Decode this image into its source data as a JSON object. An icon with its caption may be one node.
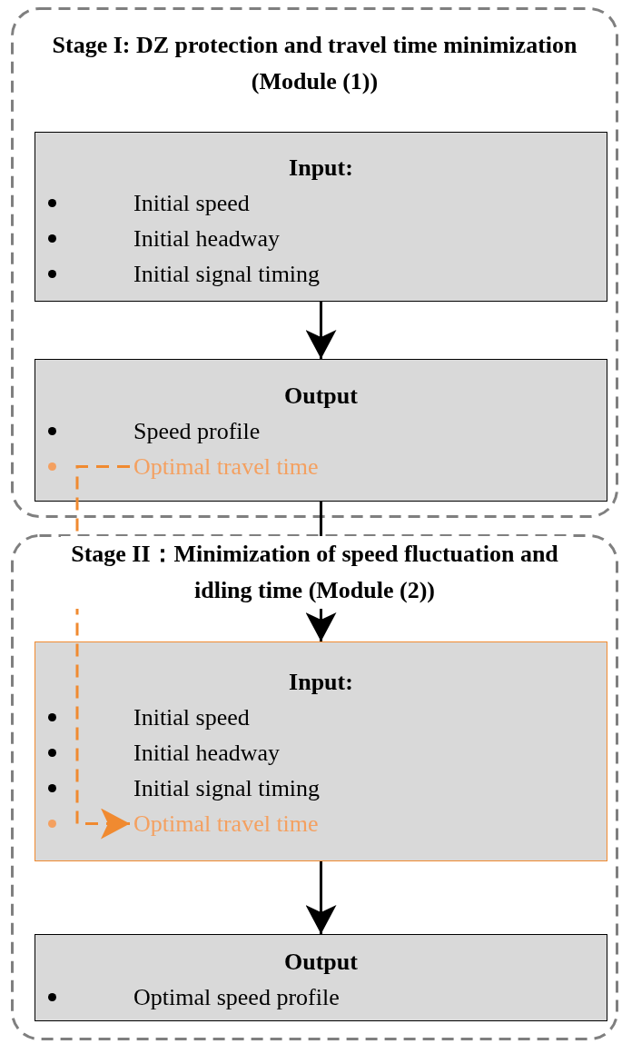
{
  "diagram": {
    "nodes": [
      {
        "text": [
          "Stage I: DZ protection and travel time minimization (Module (1))"
        ]
      },
      {
        "text": [
          "Input:",
          "Initial speed",
          "Initial headway",
          "Initial signal timing"
        ],
        "in": 0
      },
      {
        "text": [
          "Output",
          "Speed profile"
        ],
        "in": 0
      },
      {
        "text": [
          "Optimal travel time"
        ],
        "in": 2
      },
      {
        "text": [
          "Stage II：Minimization of speed fluctuation and idling time (Module (2))"
        ]
      },
      {
        "text": [
          "Input:",
          "Initial speed",
          "Initial headway",
          "Initial signal timing"
        ],
        "in": 4
      },
      {
        "text": [
          "Optimal travel time"
        ],
        "in": 5
      },
      {
        "text": [
          "Output",
          "Optimal speed profile"
        ],
        "in": 4
      }
    ],
    "edges": [
      {
        "from": 1,
        "to": 2,
        "arrow": "to"
      },
      {
        "from": 2,
        "to": 5,
        "arrow": "to"
      },
      {
        "from": 5,
        "to": 7,
        "arrow": "to"
      },
      {
        "from": 3,
        "to": 6,
        "arrow": "to",
        "style": "dashed",
        "color": "#f08a30"
      }
    ]
  }
}
